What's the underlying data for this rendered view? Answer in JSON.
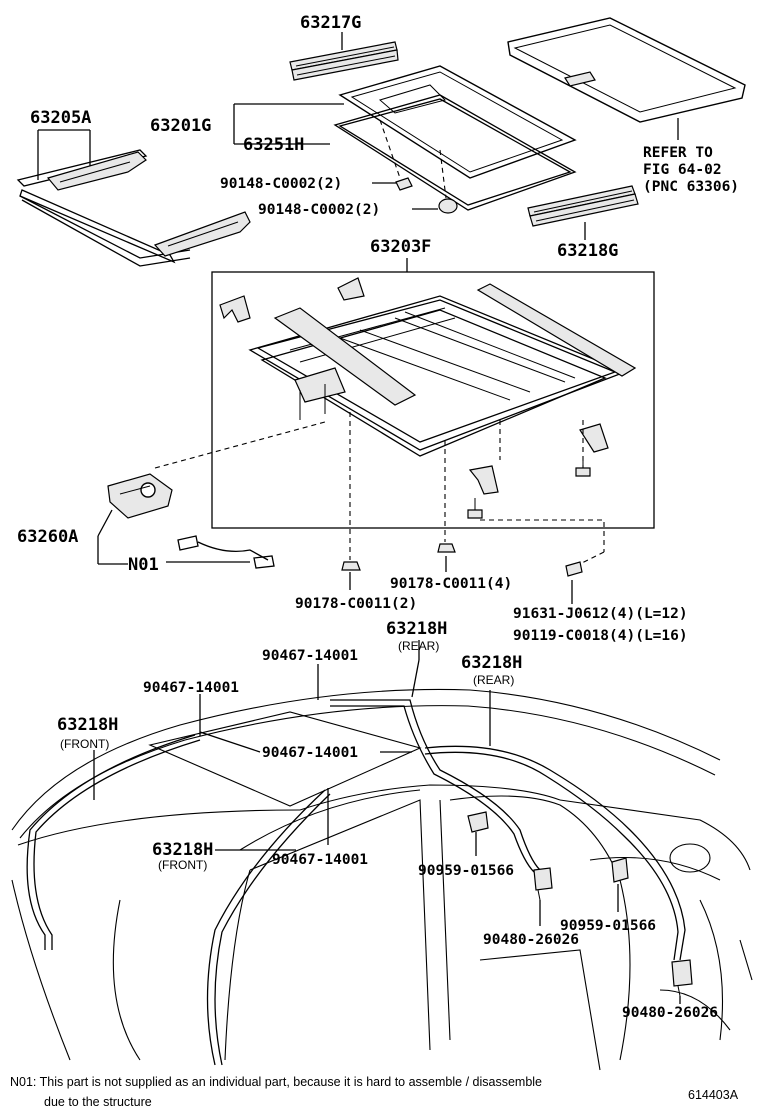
{
  "labels": {
    "p63217G": "63217G",
    "p63205A": "63205A",
    "p63201G": "63201G",
    "p63251H": "63251H",
    "p90148_1": "90148-C0002(2)",
    "p90148_2": "90148-C0002(2)",
    "refer_1": "REFER TO",
    "refer_2": "FIG 64-02",
    "refer_3": "(PNC 63306)",
    "p63218G": "63218G",
    "p63203F": "63203F",
    "p63260A": "63260A",
    "pN01": "N01",
    "p90178_4": "90178-C0011(4)",
    "p90178_2": "90178-C0011(2)",
    "p91631": "91631-J0612(4)(L=12)",
    "p90119": "90119-C0018(4)(L=16)",
    "p63218H_rear1": "63218H",
    "rear1": "(REAR)",
    "p90467_a": "90467-14001",
    "p63218H_rear2": "63218H",
    "rear2": "(REAR)",
    "p90467_b": "90467-14001",
    "p63218H_front1": "63218H",
    "front1": "(FRONT)",
    "p90467_c": "90467-14001",
    "p63218H_front2": "63218H",
    "front2": "(FRONT)",
    "p90467_d": "90467-14001",
    "p90959_a": "90959-01566",
    "p90480_a": "90480-26026",
    "p90959_b": "90959-01566",
    "p90480_b": "90480-26026"
  },
  "footnote": {
    "line1": "N01: This part is not supplied as an individual part, because it is hard to assemble / disassemble",
    "line2": "due to the structure"
  },
  "figure_id": "614403A"
}
